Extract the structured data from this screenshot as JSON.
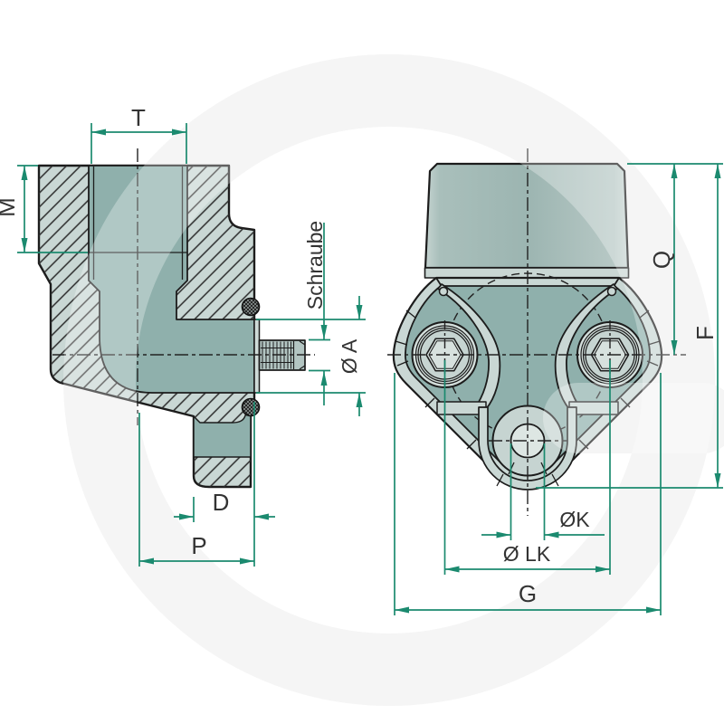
{
  "page": {
    "title": "Flange fitting technical drawing",
    "type": "engineering-diagram"
  },
  "drawing": {
    "views": {
      "section": {
        "name": "side section view",
        "labels": {
          "t": "T",
          "m": "M",
          "screw": "Schraube",
          "dia_a": "Ø A",
          "d": "D",
          "p": "P"
        }
      },
      "front": {
        "name": "front view",
        "labels": {
          "q": "Q",
          "f": "F",
          "dia_k": "ØK",
          "dia_lk": "Ø LK",
          "g": "G"
        }
      }
    },
    "colors": {
      "dimension_line": "#1b8a6f",
      "outline": "#1c1c1c",
      "fill_light": "#c9d7d4",
      "fill_dark": "#8fb0ac",
      "watermark": "#f1f1f1",
      "label_text": "#333333"
    }
  }
}
